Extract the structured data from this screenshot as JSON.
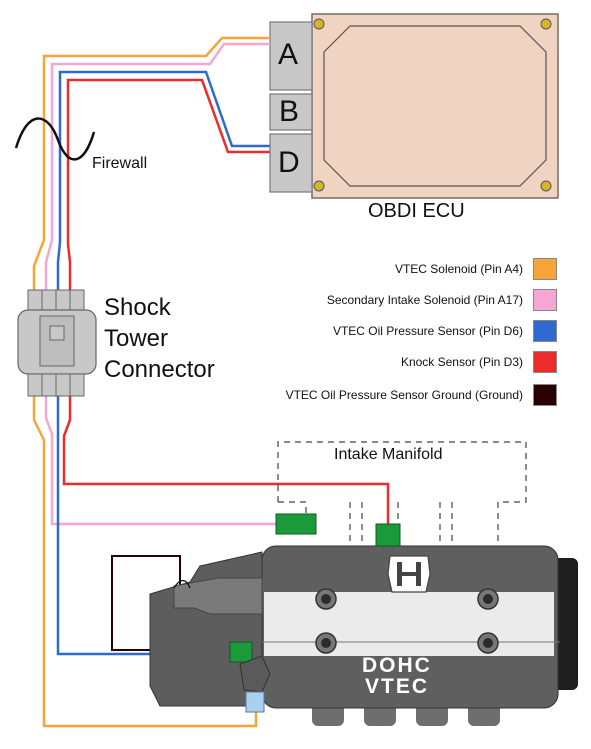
{
  "ecu": {
    "label": "OBDI ECU",
    "connectors": [
      "A",
      "B",
      "D"
    ]
  },
  "firewall_label": "Firewall",
  "shock_tower": {
    "line1": "Shock",
    "line2": "Tower",
    "line3": "Connector"
  },
  "intake_manifold_label": "Intake Manifold",
  "engine": {
    "line1": "DOHC",
    "line2": "VTEC"
  },
  "legend": [
    {
      "label": "VTEC Solenoid (Pin A4)",
      "color": "#f7a53a"
    },
    {
      "label": "Secondary Intake Solenoid (Pin A17)",
      "color": "#f5a6d2"
    },
    {
      "label": "VTEC Oil Pressure Sensor (Pin D6)",
      "color": "#2f6ad0"
    },
    {
      "label": "Knock Sensor (Pin D3)",
      "color": "#ee2b2b"
    },
    {
      "label": "VTEC Oil Pressure Sensor Ground (Ground)",
      "color": "#2a0000"
    }
  ]
}
